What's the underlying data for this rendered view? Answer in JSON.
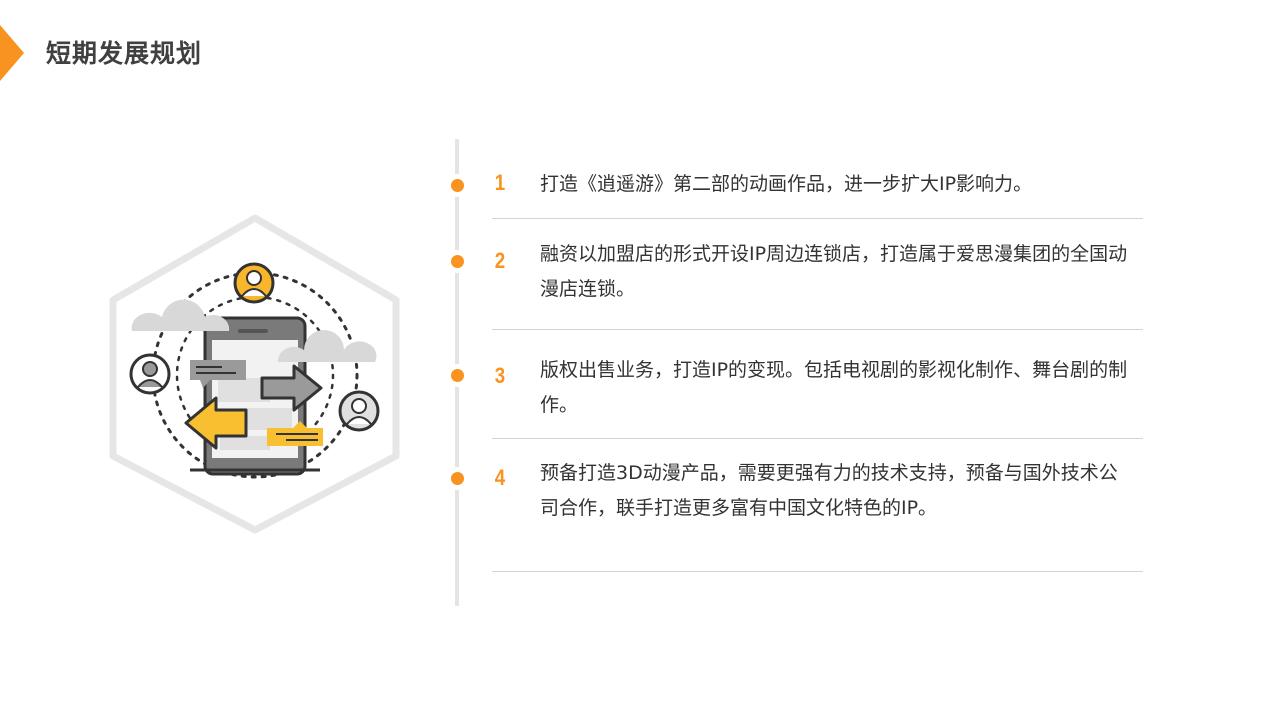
{
  "header": {
    "title": "短期发展规划"
  },
  "colors": {
    "accent": "#F7931E",
    "timeline": "#E4E4E4",
    "divider": "#D3D3D3",
    "text": "#333333"
  },
  "illustration": {
    "icons": [
      "hexagon-frame-icon",
      "smartphone-icon",
      "user-avatar-icon",
      "cloud-icon",
      "arrow-left-icon",
      "arrow-right-icon",
      "chat-bubble-icon"
    ]
  },
  "plan": {
    "items": [
      {
        "number": "1",
        "text": "打造《逍遥游》第二部的动画作品，进一步扩大IP影响力。"
      },
      {
        "number": "2",
        "text": "融资以加盟店的形式开设IP周边连锁店，打造属于爱思漫集团的全国动漫店连锁。"
      },
      {
        "number": "3",
        "text": "版权出售业务，打造IP的变现。包括电视剧的影视化制作、舞台剧的制作。"
      },
      {
        "number": "4",
        "text": "预备打造3D动漫产品，需要更强有力的技术支持，预备与国外技术公司合作，联手打造更多富有中国文化特色的IP。"
      }
    ]
  }
}
